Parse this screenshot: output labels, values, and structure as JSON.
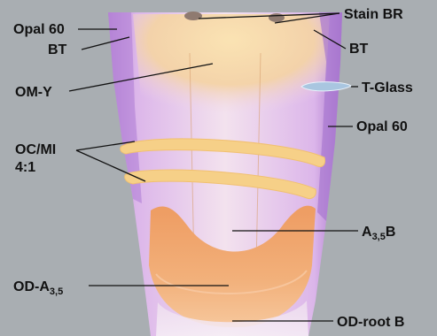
{
  "labels": {
    "opal60_left": "Opal 60",
    "bt_left": "BT",
    "stain_br": "Stain BR",
    "bt_right": "BT",
    "om_y": "OM-Y",
    "t_glass": "T-Glass",
    "opal60_right": "Opal 60",
    "oc_mi_line1": "OC/MI",
    "oc_mi_line2": "4:1",
    "a35b_main": "A",
    "a35b_sub": "3,5",
    "a35b_tail": "B",
    "od_a35_main": "OD-A",
    "od_a35_sub": "3,5",
    "od_root_b": "OD-root B"
  },
  "colors": {
    "background": "#a9aeb2",
    "tooth_base": "#e8c6e8",
    "opal_violet": "#b98ad6",
    "incisal_yellow": "#f3d9a0",
    "band_yellow": "#f6d28a",
    "dentin_orange": "#f0a878",
    "blue_glass": "#9fc0dc"
  }
}
